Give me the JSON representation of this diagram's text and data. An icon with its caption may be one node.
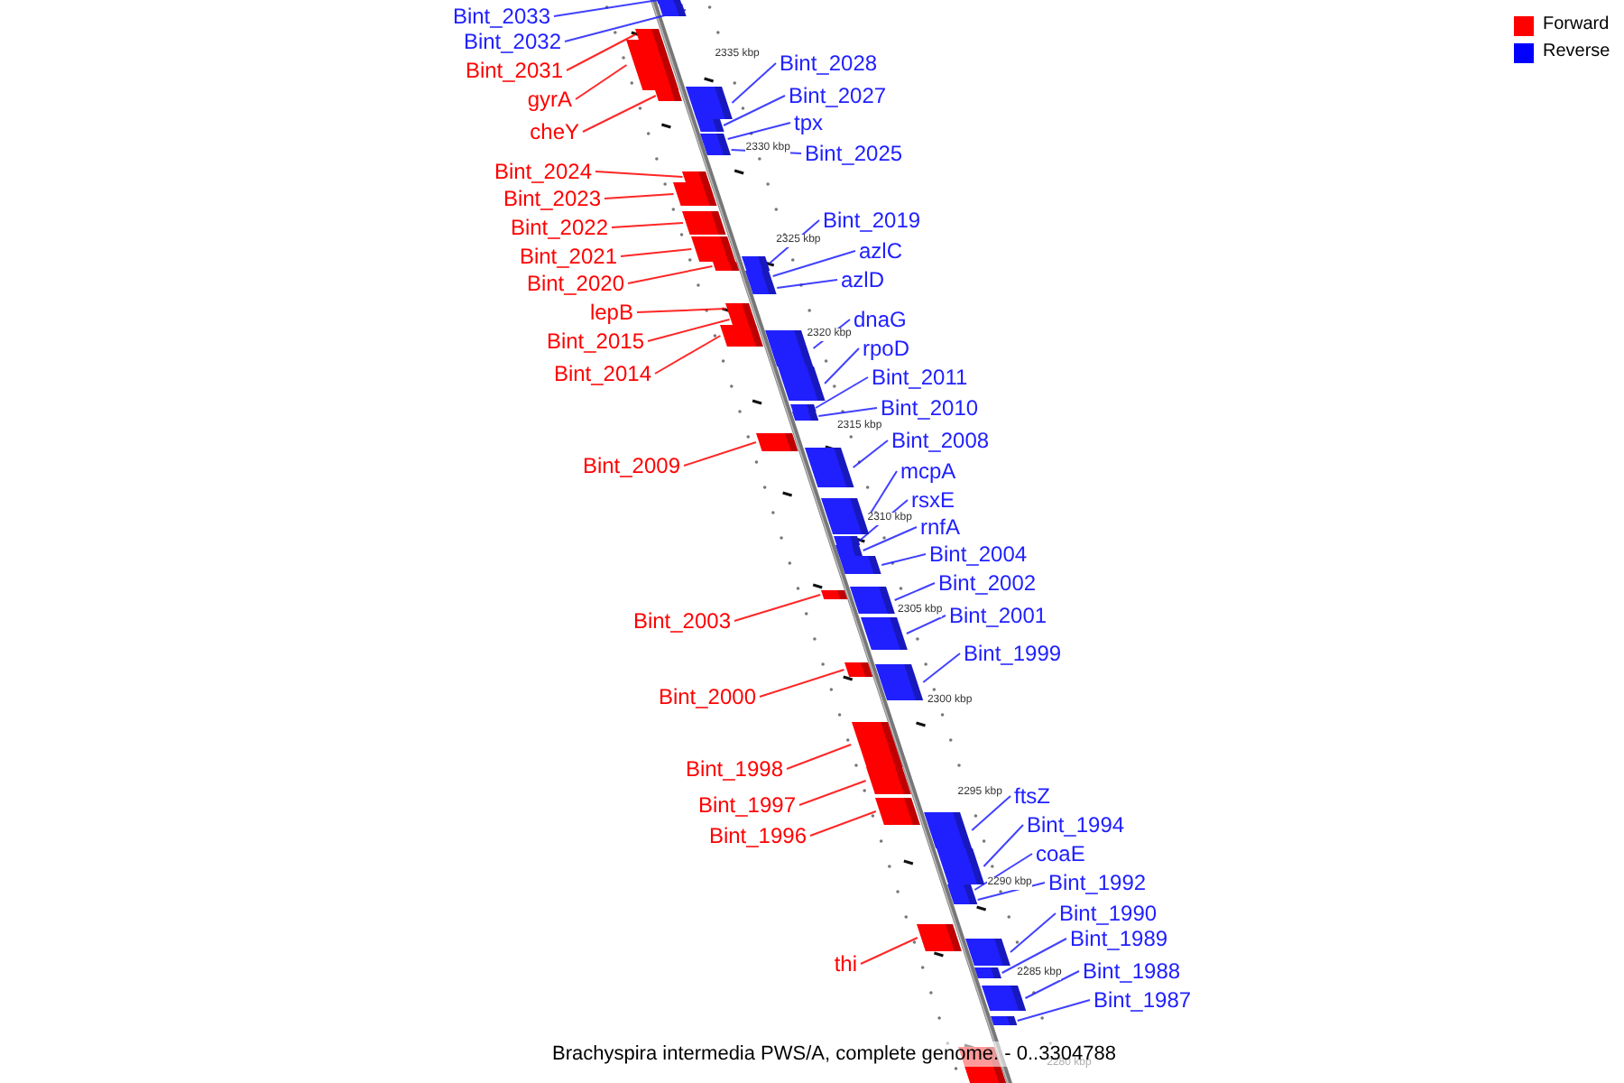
{
  "diagram": {
    "caption": "Brachyspira intermedia PWS/A, complete genome. - 0..3304788",
    "nodes": [
      {
        "text": [
          "Bint_2033"
        ]
      },
      {
        "text": [],
        "shape": "box"
      },
      {
        "text": [
          "Bint_2032"
        ]
      },
      {
        "text": [],
        "shape": "box"
      },
      {
        "text": [
          "Bint_2031"
        ]
      },
      {
        "text": [],
        "shape": "box"
      },
      {
        "text": [
          "gyrA"
        ]
      },
      {
        "text": [],
        "shape": "box"
      },
      {
        "text": [
          "cheY"
        ]
      },
      {
        "text": [],
        "shape": "box"
      },
      {
        "text": [
          "Bint_2028"
        ]
      },
      {
        "text": [],
        "shape": "box"
      },
      {
        "text": [
          "Bint_2027"
        ]
      },
      {
        "text": [],
        "shape": "box"
      },
      {
        "text": [
          "tpx"
        ]
      },
      {
        "text": [],
        "shape": "box"
      },
      {
        "text": [
          "Bint_2025"
        ]
      },
      {
        "text": [],
        "shape": "box"
      },
      {
        "text": [
          "Bint_2024"
        ]
      },
      {
        "text": [],
        "shape": "box"
      },
      {
        "text": [
          "Bint_2023"
        ]
      },
      {
        "text": [],
        "shape": "box"
      },
      {
        "text": [
          "Bint_2022"
        ]
      },
      {
        "text": [],
        "shape": "box"
      },
      {
        "text": [
          "Bint_2019"
        ]
      },
      {
        "text": [],
        "shape": "box"
      },
      {
        "text": [
          "Bint_2021"
        ]
      },
      {
        "text": [],
        "shape": "box"
      },
      {
        "text": [
          "azlC"
        ]
      },
      {
        "text": [],
        "shape": "box"
      },
      {
        "text": [
          "Bint_2020"
        ]
      },
      {
        "text": [],
        "shape": "box"
      },
      {
        "text": [
          "azlD"
        ]
      },
      {
        "text": [],
        "shape": "box"
      },
      {
        "text": [
          "lepB"
        ]
      },
      {
        "text": [],
        "shape": "box"
      },
      {
        "text": [
          "dnaG"
        ]
      },
      {
        "text": [],
        "shape": "box"
      },
      {
        "text": [
          "Bint_2015"
        ]
      },
      {
        "text": [],
        "shape": "box"
      },
      {
        "text": [
          "rpoD"
        ]
      },
      {
        "text": [],
        "shape": "box"
      },
      {
        "text": [
          "Bint_2014"
        ]
      },
      {
        "text": [],
        "shape": "box"
      },
      {
        "text": [
          "Bint_2011"
        ]
      },
      {
        "text": [],
        "shape": "box"
      },
      {
        "text": [
          "Bint_2010"
        ]
      },
      {
        "text": [],
        "shape": "box"
      },
      {
        "text": [
          "Bint_2008"
        ]
      },
      {
        "text": [],
        "shape": "box"
      },
      {
        "text": [
          "Bint_2009"
        ]
      },
      {
        "text": [],
        "shape": "box"
      },
      {
        "text": [
          "mcpA"
        ]
      },
      {
        "text": [],
        "shape": "box"
      },
      {
        "text": [
          "rsxE"
        ]
      },
      {
        "text": [],
        "shape": "box"
      },
      {
        "text": [
          "rnfA"
        ]
      },
      {
        "text": [],
        "shape": "box"
      },
      {
        "text": [
          "Bint_2004"
        ]
      },
      {
        "text": [],
        "shape": "box"
      },
      {
        "text": [
          "Bint_2002"
        ]
      },
      {
        "text": [],
        "shape": "box"
      },
      {
        "text": [
          "Bint_2001"
        ]
      },
      {
        "text": [],
        "shape": "box"
      },
      {
        "text": [
          "Bint_2003"
        ]
      },
      {
        "text": [],
        "shape": "box"
      },
      {
        "text": [
          "Bint_1999"
        ]
      },
      {
        "text": [],
        "shape": "box"
      },
      {
        "text": [
          "Bint_2000"
        ]
      },
      {
        "text": [],
        "shape": "box"
      },
      {
        "text": [
          "Bint_1998"
        ]
      },
      {
        "text": [],
        "shape": "box"
      },
      {
        "text": [
          "ftsZ"
        ]
      },
      {
        "text": [],
        "shape": "box"
      },
      {
        "text": [
          "Bint_1997"
        ]
      },
      {
        "text": [],
        "shape": "box"
      },
      {
        "text": [
          "Bint_1994"
        ]
      },
      {
        "text": [],
        "shape": "box"
      },
      {
        "text": [
          "Bint_1996"
        ]
      },
      {
        "text": [],
        "shape": "box"
      },
      {
        "text": [
          "coaE"
        ]
      },
      {
        "text": [],
        "shape": "box"
      },
      {
        "text": [
          "Bint_1992"
        ]
      },
      {
        "text": [],
        "shape": "box"
      },
      {
        "text": [
          "Bint_1990"
        ]
      },
      {
        "text": [],
        "shape": "box"
      },
      {
        "text": [
          "Bint_1989"
        ]
      },
      {
        "text": [],
        "shape": "box"
      },
      {
        "text": [
          "thi"
        ]
      },
      {
        "text": [],
        "shape": "box"
      },
      {
        "text": [
          "Bint_1988"
        ]
      },
      {
        "text": [],
        "shape": "box"
      },
      {
        "text": [
          "Bint_1987"
        ]
      },
      {
        "text": [],
        "shape": "box"
      },
      {
        "text": [],
        "shape": "box"
      }
    ],
    "edges": [
      {
        "from": 0,
        "to": 1,
        "arrow": "none"
      },
      {
        "from": 2,
        "to": 3,
        "arrow": "none"
      },
      {
        "from": 4,
        "to": 5,
        "arrow": "none",
        "color": "#ff0000"
      },
      {
        "from": 6,
        "to": 7,
        "arrow": "none",
        "color": "#ff0000"
      },
      {
        "from": 8,
        "to": 9,
        "arrow": "none",
        "color": "#ff0000"
      },
      {
        "from": 10,
        "to": 11,
        "arrow": "none"
      },
      {
        "from": 12,
        "to": 13,
        "arrow": "none"
      },
      {
        "from": 14,
        "to": 15,
        "arrow": "none"
      },
      {
        "from": 16,
        "to": 17,
        "arrow": "none"
      },
      {
        "from": 18,
        "to": 19,
        "arrow": "none",
        "color": "#ff0000"
      },
      {
        "from": 20,
        "to": 21,
        "arrow": "none",
        "color": "#ff0000"
      },
      {
        "from": 22,
        "to": 23,
        "arrow": "none",
        "color": "#ff0000"
      },
      {
        "from": 24,
        "to": 25,
        "arrow": "none"
      },
      {
        "from": 26,
        "to": 27,
        "arrow": "none",
        "color": "#ff0000"
      },
      {
        "from": 28,
        "to": 29,
        "arrow": "none"
      },
      {
        "from": 30,
        "to": 31,
        "arrow": "none",
        "color": "#ff0000"
      },
      {
        "from": 32,
        "to": 33,
        "arrow": "none"
      },
      {
        "from": 34,
        "to": 35,
        "arrow": "none",
        "color": "#ff0000"
      },
      {
        "from": 36,
        "to": 37,
        "arrow": "none"
      },
      {
        "from": 38,
        "to": 39,
        "arrow": "none",
        "color": "#ff0000"
      },
      {
        "from": 40,
        "to": 41,
        "arrow": "none"
      },
      {
        "from": 42,
        "to": 43,
        "arrow": "none",
        "color": "#ff0000"
      },
      {
        "from": 44,
        "to": 45,
        "arrow": "none"
      },
      {
        "from": 46,
        "to": 47,
        "arrow": "none"
      },
      {
        "from": 48,
        "to": 49,
        "arrow": "none"
      },
      {
        "from": 50,
        "to": 51,
        "arrow": "none",
        "color": "#ff0000"
      },
      {
        "from": 52,
        "to": 53,
        "arrow": "none"
      },
      {
        "from": 54,
        "to": 55,
        "arrow": "none"
      },
      {
        "from": 56,
        "to": 57,
        "arrow": "none"
      },
      {
        "from": 58,
        "to": 59,
        "arrow": "none"
      },
      {
        "from": 60,
        "to": 61,
        "arrow": "none"
      },
      {
        "from": 62,
        "to": 63,
        "arrow": "none"
      },
      {
        "from": 64,
        "to": 65,
        "arrow": "none",
        "color": "#ff0000"
      },
      {
        "from": 66,
        "to": 67,
        "arrow": "none"
      },
      {
        "from": 68,
        "to": 69,
        "arrow": "none",
        "color": "#ff0000"
      },
      {
        "from": 70,
        "to": 71,
        "arrow": "none",
        "color": "#ff0000"
      },
      {
        "from": 72,
        "to": 73,
        "arrow": "none"
      },
      {
        "from": 74,
        "to": 75,
        "arrow": "none",
        "color": "#ff0000"
      },
      {
        "from": 76,
        "to": 77,
        "arrow": "none"
      },
      {
        "from": 78,
        "to": 79,
        "arrow": "none",
        "color": "#ff0000"
      },
      {
        "from": 80,
        "to": 81,
        "arrow": "none"
      },
      {
        "from": 82,
        "to": 83,
        "arrow": "none"
      },
      {
        "from": 84,
        "to": 85,
        "arrow": "none"
      },
      {
        "from": 86,
        "to": 87,
        "arrow": "none"
      },
      {
        "from": 88,
        "to": 89,
        "arrow": "none",
        "color": "#ff0000"
      },
      {
        "from": 90,
        "to": 91,
        "arrow": "none"
      },
      {
        "from": 92,
        "to": 93,
        "arrow": "none"
      }
    ],
    "labels": [
      "2335 kbp",
      "2330 kbp",
      "2325 kbp",
      "2320 kbp",
      "2315 kbp",
      "2310 kbp",
      "2305 kbp",
      "2300 kbp",
      "2295 kbp",
      "2290 kbp",
      "2285 kbp",
      "2280 kbp"
    ],
    "legend": [
      {
        "text": "Forward",
        "color": "#ff0000"
      },
      {
        "text": "Reverse",
        "color": "#0000ff"
      }
    ]
  }
}
